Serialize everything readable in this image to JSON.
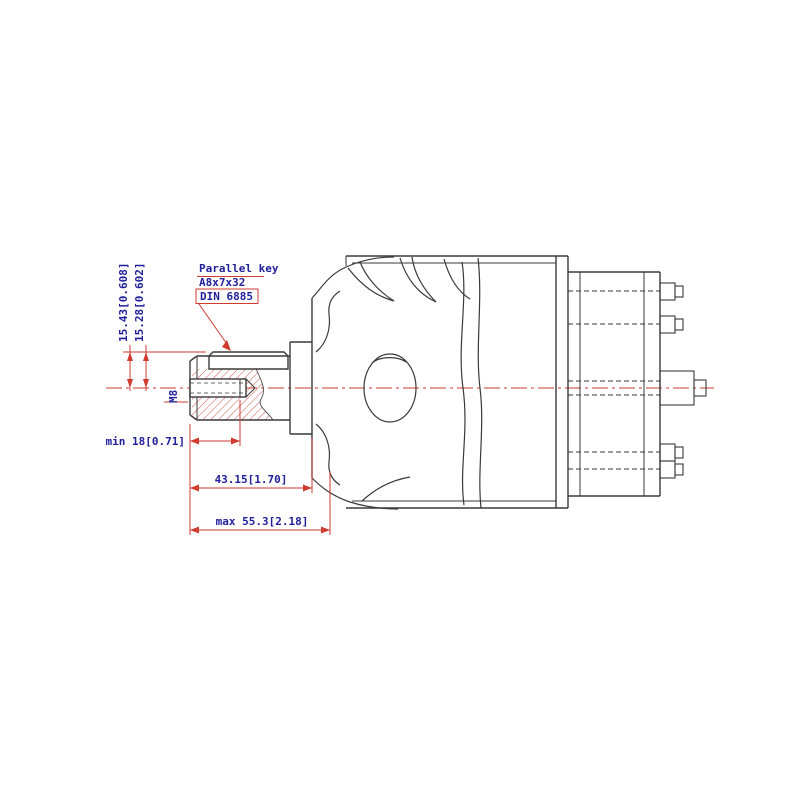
{
  "drawing": {
    "colors": {
      "outline": "#3a3a3a",
      "dimension": "#d03a2f",
      "hatch": "#cc4438",
      "text": "#20209a"
    },
    "labels": {
      "dim_key_height_upper": "15.43[0.608]",
      "dim_key_height_lower": "15.28[0.602]",
      "key_note": [
        "Parallel key",
        "A8x7x32",
        "DIN 6885"
      ],
      "thread": "M8",
      "dim_thread_depth": "min 18[0.71]",
      "dim_shaft_step": "43.15[1.70]",
      "dim_shaft_max": "max 55.3[2.18]"
    }
  }
}
